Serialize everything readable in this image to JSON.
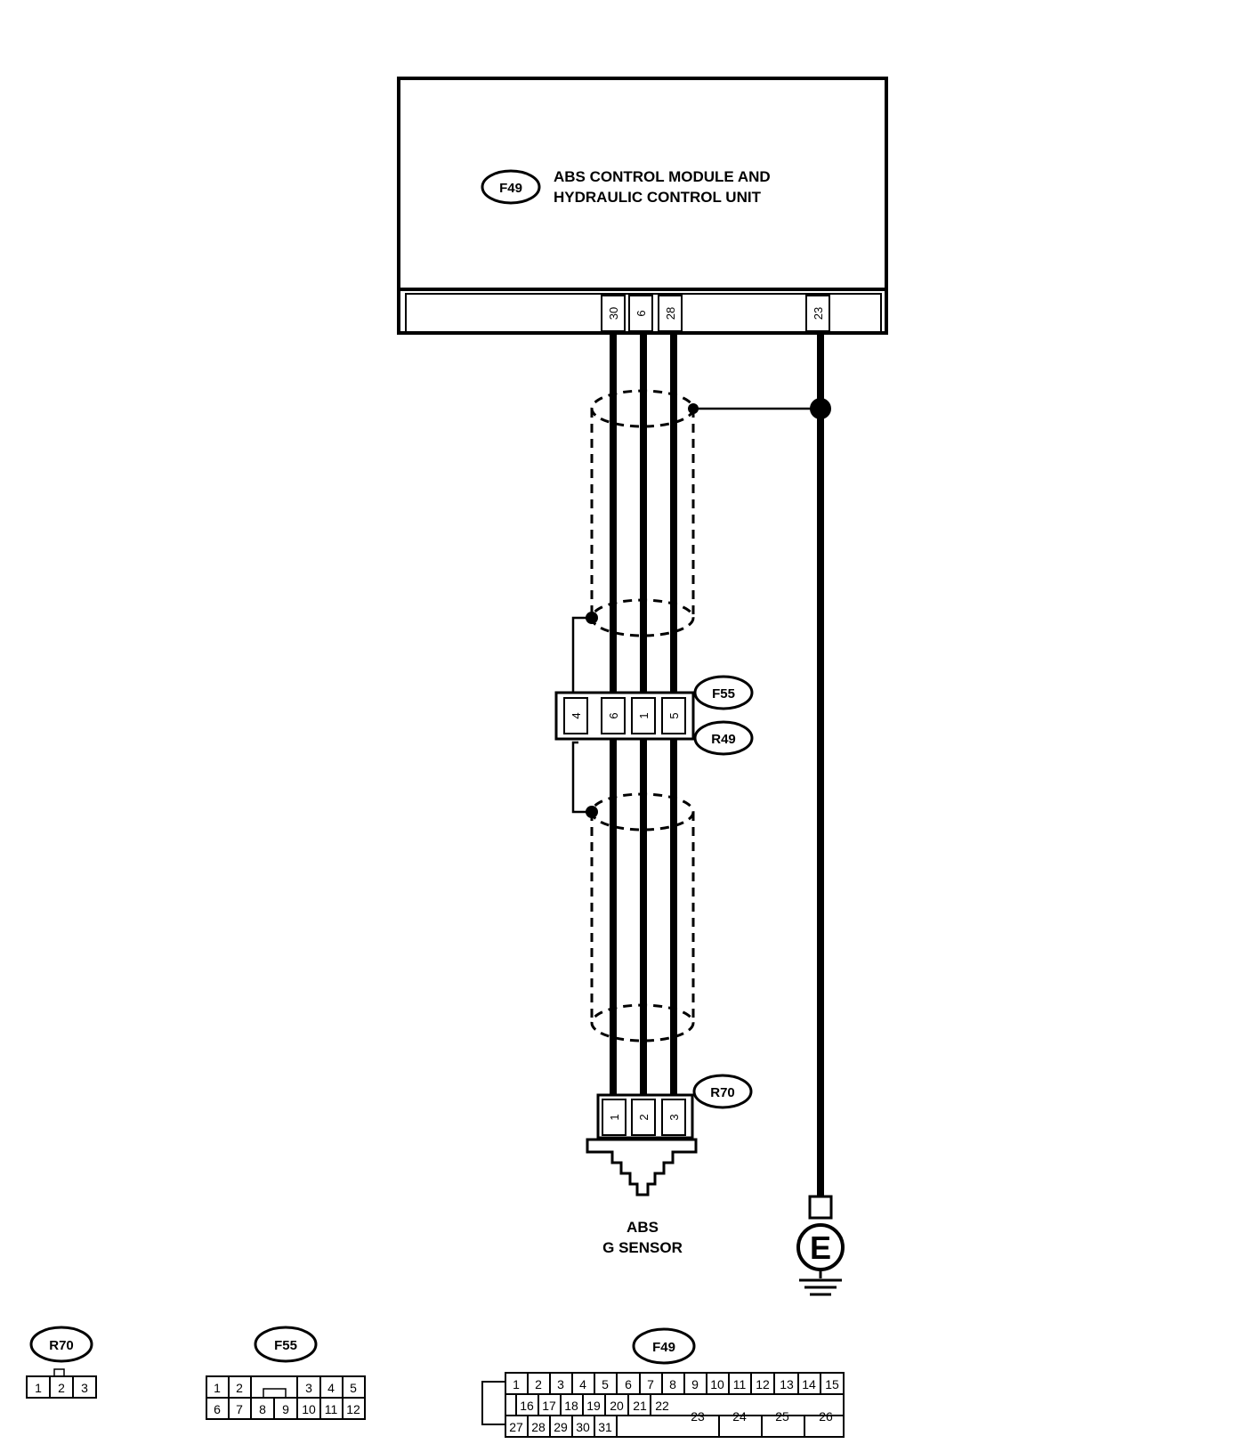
{
  "module": {
    "connector": "F49",
    "title_line1": "ABS CONTROL MODULE AND",
    "title_line2": "HYDRAULIC  CONTROL UNIT",
    "pins": [
      "30",
      "6",
      "28",
      "23"
    ]
  },
  "joint": {
    "connector_top": "F55",
    "connector_bottom": "R49",
    "pins": [
      "4",
      "6",
      "1",
      "5"
    ]
  },
  "sensor": {
    "connector": "R70",
    "pins": [
      "1",
      "2",
      "3"
    ],
    "name_line1": "ABS",
    "name_line2": "G SENSOR"
  },
  "ground": {
    "symbol": "E"
  },
  "connector_views": {
    "r70": {
      "label": "R70",
      "pins": [
        "1",
        "2",
        "3"
      ]
    },
    "f55": {
      "label": "F55",
      "row1": [
        "1",
        "2",
        "3",
        "4",
        "5"
      ],
      "row2": [
        "6",
        "7",
        "8",
        "9",
        "10",
        "11",
        "12"
      ]
    },
    "f49": {
      "label": "F49",
      "row1": [
        "1",
        "2",
        "3",
        "4",
        "5",
        "6",
        "7",
        "8",
        "9",
        "10",
        "11",
        "12",
        "13",
        "14",
        "15"
      ],
      "row2": [
        "16",
        "17",
        "18",
        "19",
        "20",
        "21",
        "22",
        "23",
        "24",
        "25",
        "26"
      ],
      "row3": [
        "27",
        "28",
        "29",
        "30",
        "31"
      ]
    }
  }
}
